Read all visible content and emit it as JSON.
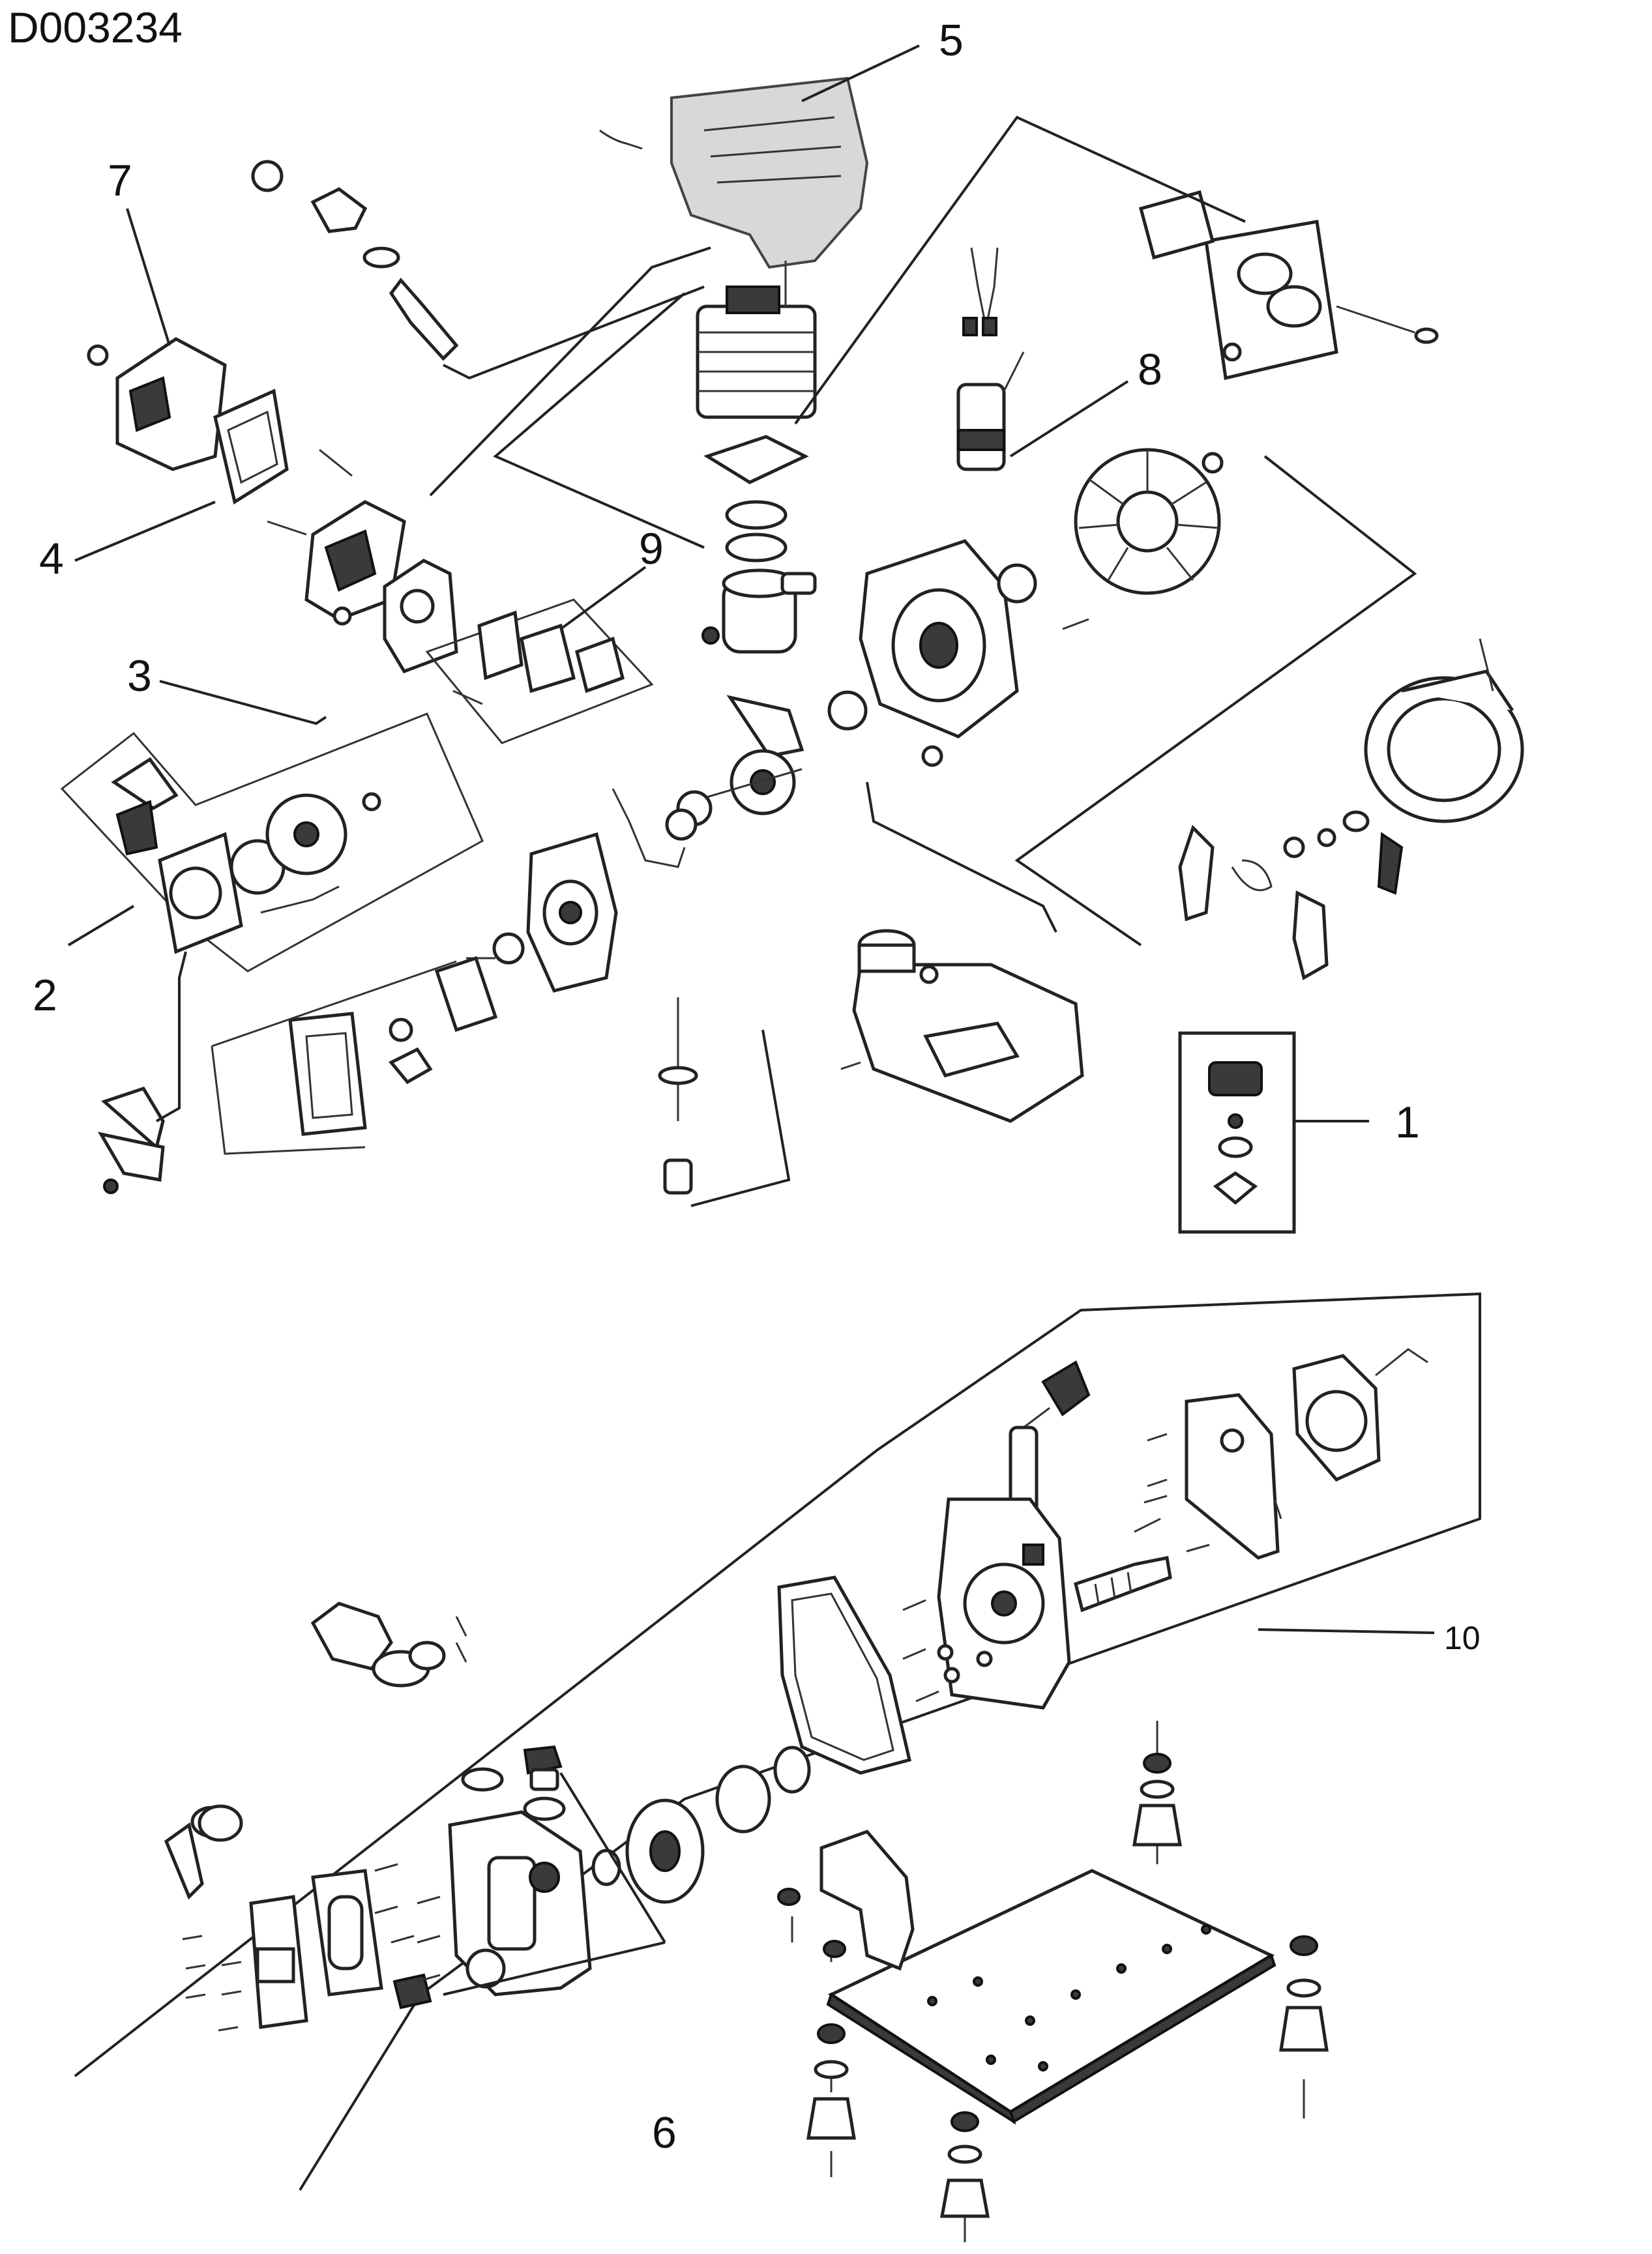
{
  "document_id": "D003234",
  "callouts": [
    {
      "key": "c1",
      "label": "1"
    },
    {
      "key": "c2",
      "label": "2"
    },
    {
      "key": "c3",
      "label": "3"
    },
    {
      "key": "c4",
      "label": "4"
    },
    {
      "key": "c5",
      "label": "5"
    },
    {
      "key": "c6",
      "label": "6"
    },
    {
      "key": "c7",
      "label": "7"
    },
    {
      "key": "c8",
      "label": "8"
    },
    {
      "key": "c9",
      "label": "9"
    },
    {
      "key": "c10",
      "label": "10"
    }
  ],
  "colors": {
    "line": "#222222",
    "shade": "#3a3a3a",
    "cover": "#d8d8d8"
  }
}
